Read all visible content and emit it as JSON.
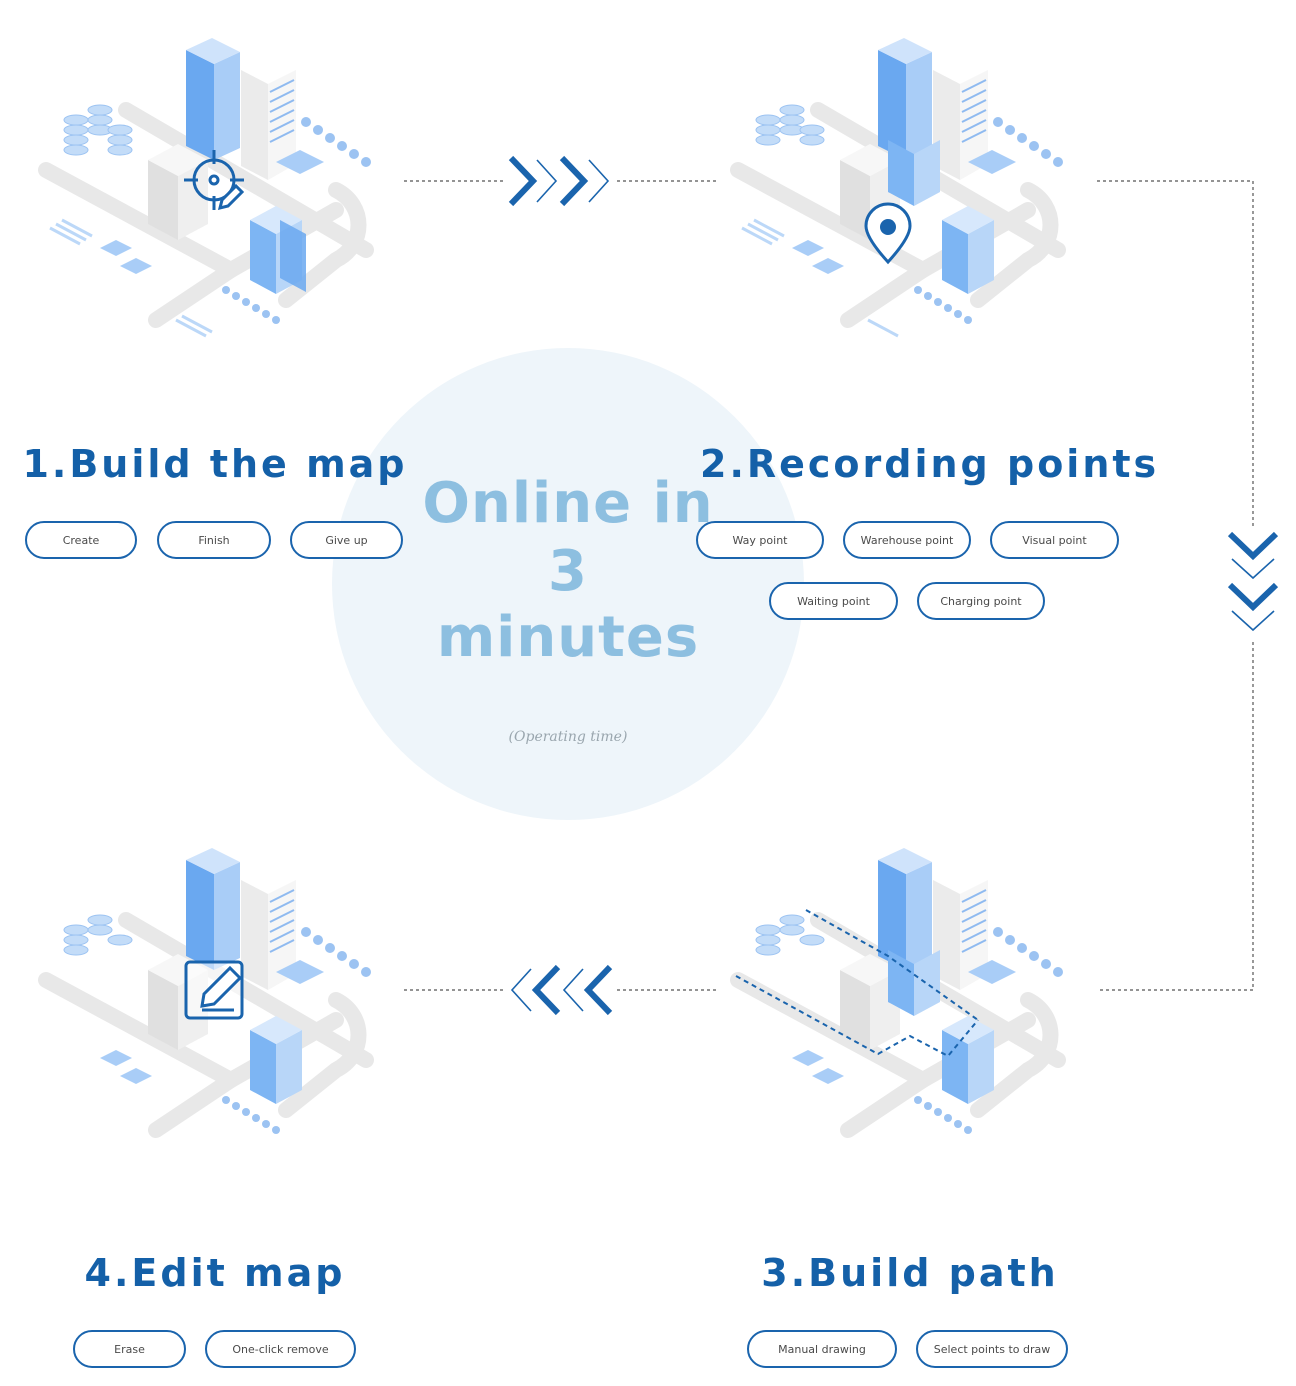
{
  "center": {
    "title_line1": "Online in",
    "title_line2": "3",
    "title_line3": "minutes",
    "subtitle": "(Operating time)"
  },
  "steps": [
    {
      "title": "1.Build the map",
      "icon": "target-pencil-icon",
      "buttons": [
        "Create",
        "Finish",
        "Give up"
      ]
    },
    {
      "title": "2.Recording points",
      "icon": "location-pin-icon",
      "buttons": [
        "Way point",
        "Warehouse point",
        "Visual point",
        "Waiting point",
        "Charging point"
      ]
    },
    {
      "title": "3.Build path",
      "icon": "dashed-path-icon",
      "buttons": [
        "Manual drawing",
        "Select points to draw"
      ]
    },
    {
      "title": "4.Edit map",
      "icon": "edit-square-icon",
      "buttons": [
        "Erase",
        "One-click remove"
      ]
    }
  ],
  "colors": {
    "accent": "#1a64ad",
    "title": "#1460a8",
    "center_text": "#8dbfe0",
    "circle": "#eef5fa",
    "building_blue": "#7fb6f3",
    "road": "#e6e6e6"
  }
}
